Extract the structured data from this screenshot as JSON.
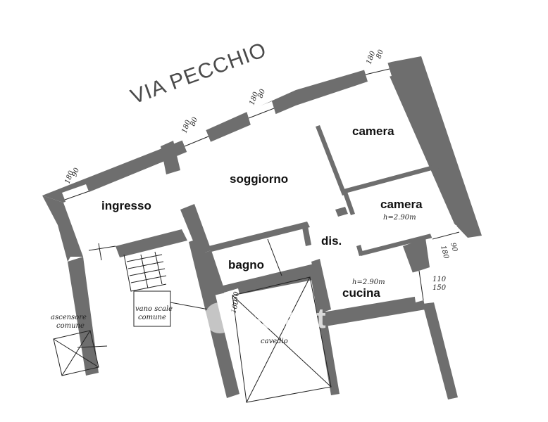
{
  "street": "VIA PECCHIO",
  "rooms": {
    "ingresso": "ingresso",
    "soggiorno": "soggiorno",
    "camera1": "camera",
    "camera2": "camera",
    "camera2_height": "h=2.90m",
    "dis": "dis.",
    "bagno": "bagno",
    "cucina": "cucina",
    "cucina_height": "h=2.90m",
    "cavedio": "cavedio"
  },
  "labels": {
    "vano_scale_1": "vano scale",
    "vano_scale_2": "comune",
    "ascensore_1": "ascensore",
    "ascensore_2": "comune"
  },
  "windows": {
    "w1_a": "90",
    "w1_b": "180",
    "w2_a": "80",
    "w2_b": "180",
    "w3_a": "80",
    "w3_b": "180",
    "w4_a": "80",
    "w4_b": "180",
    "w5_a": "90",
    "w5_b": "180",
    "w6_a": "110",
    "w6_b": "150",
    "w7_a": "50",
    "w7_b": "160"
  },
  "watermark": "casa.it"
}
